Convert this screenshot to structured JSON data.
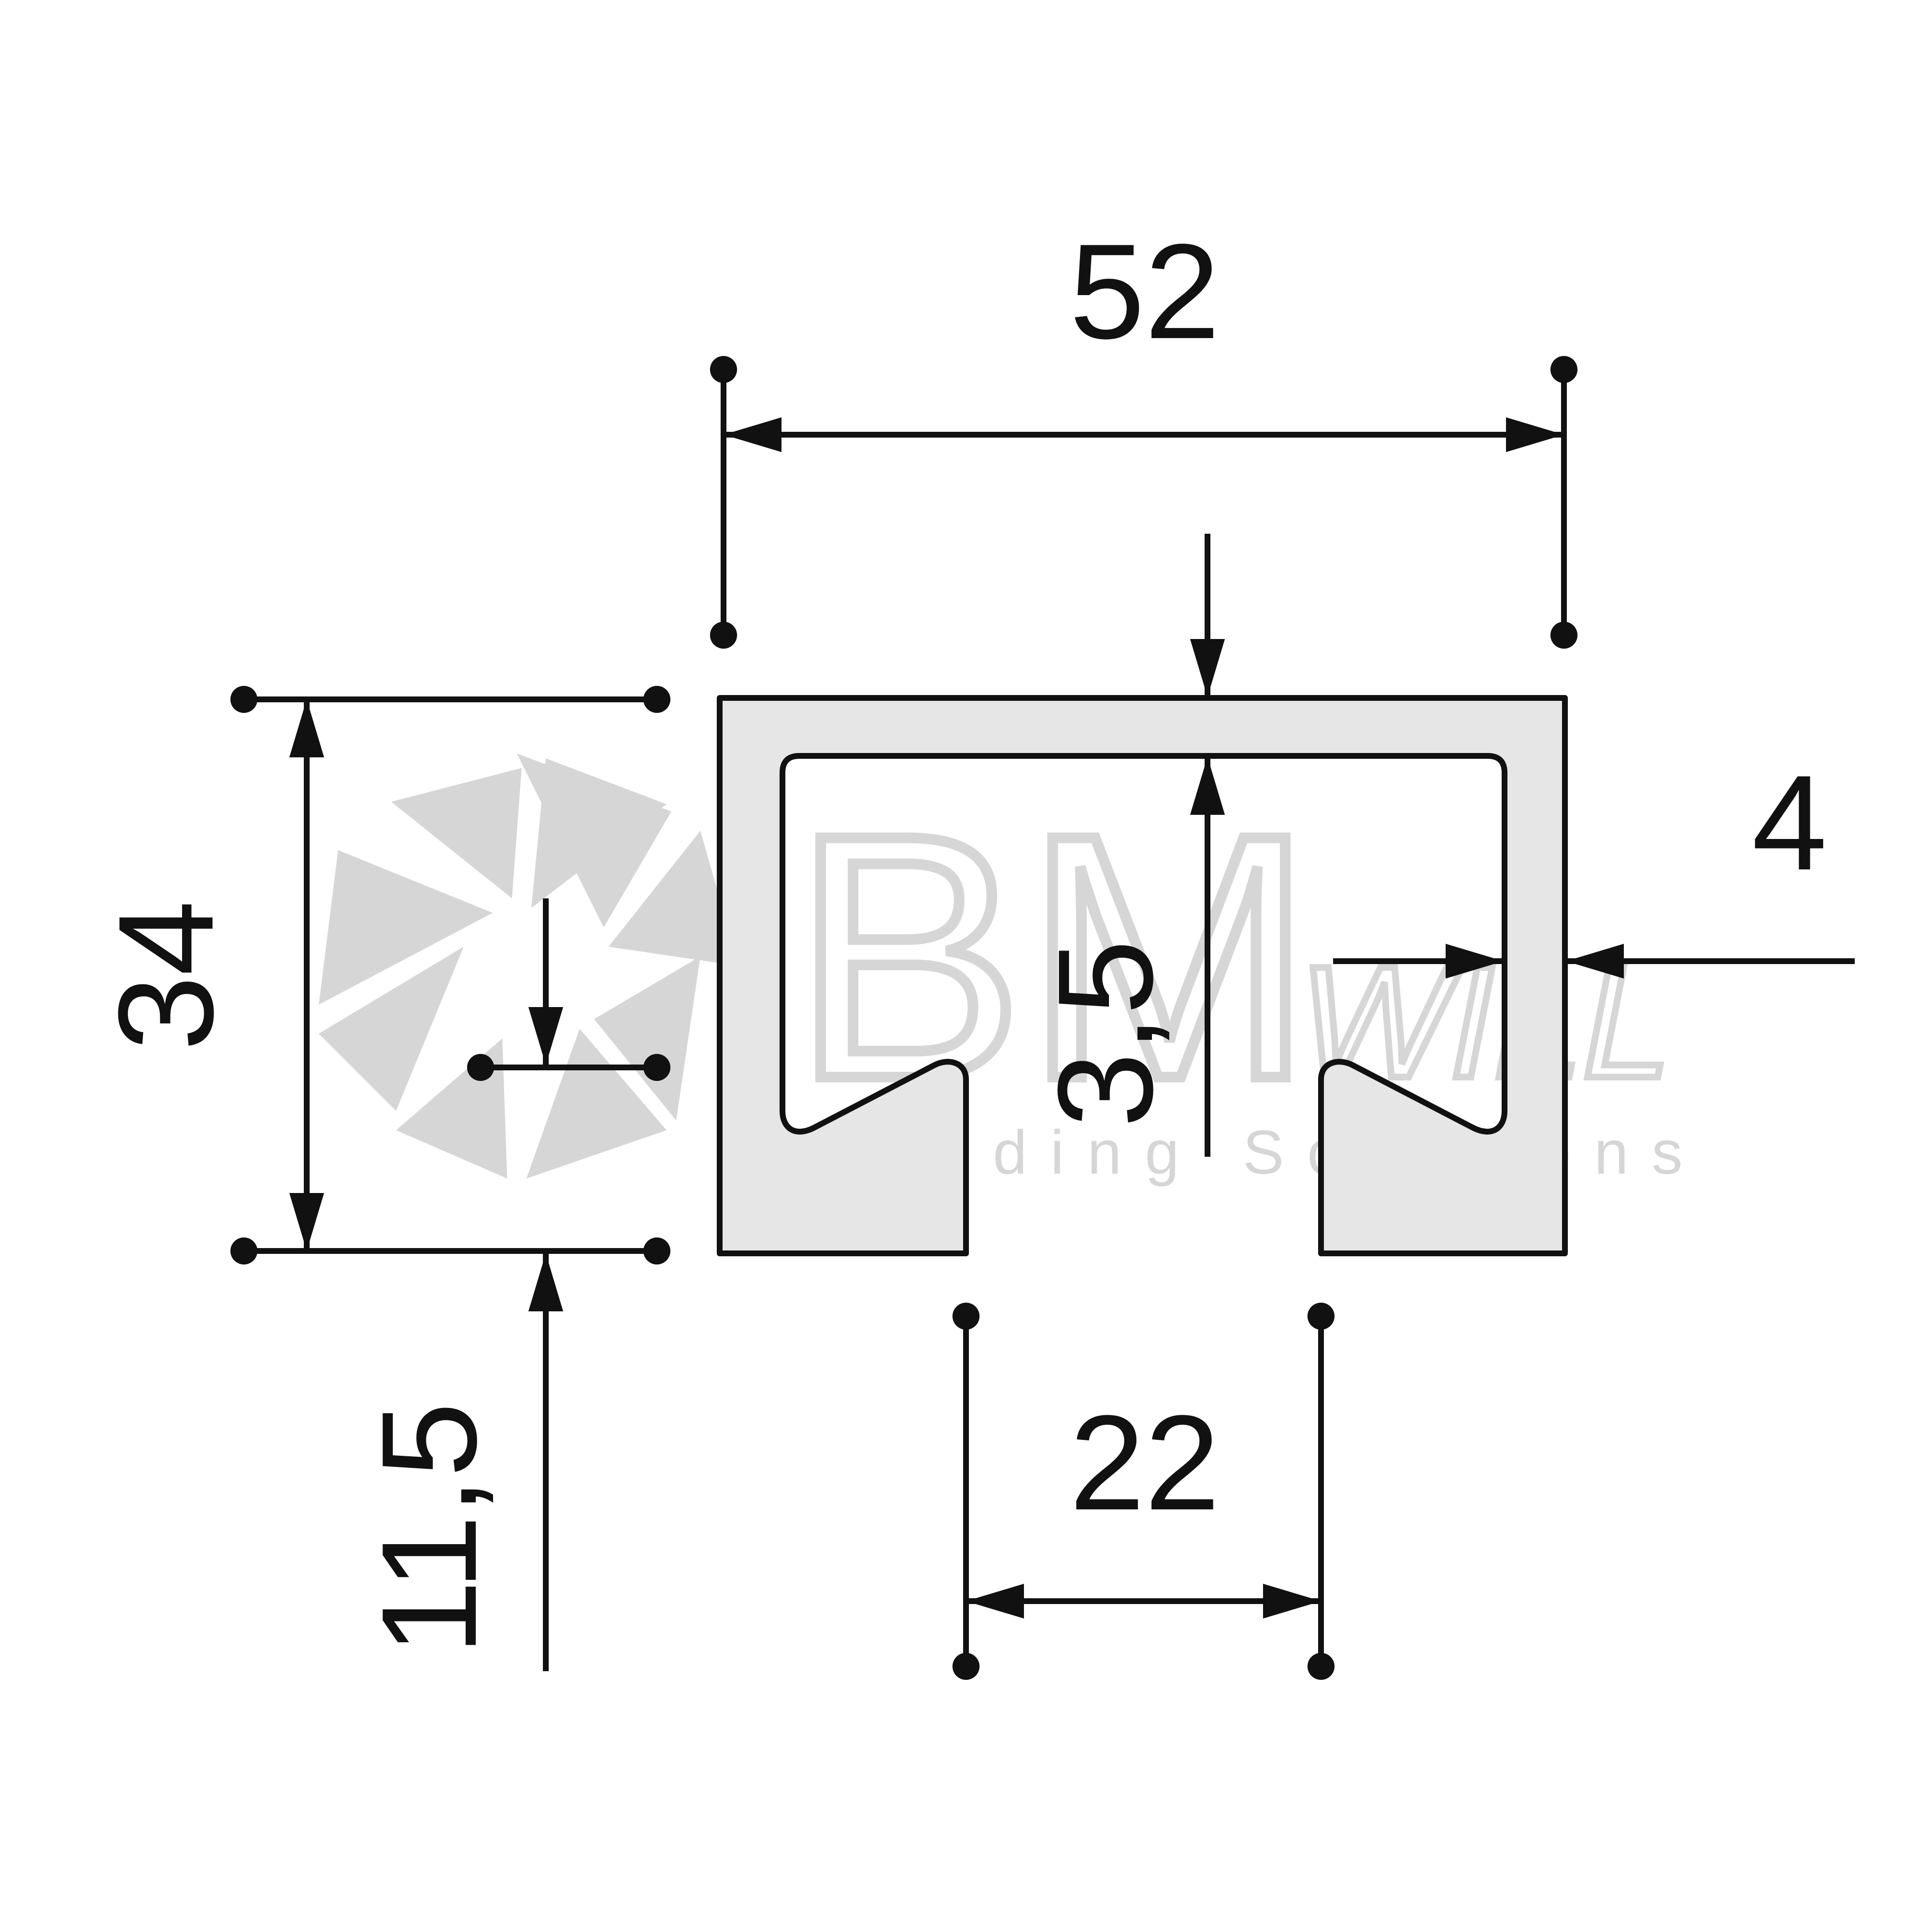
{
  "drawing": {
    "dimensions": {
      "overall_width": "52",
      "overall_height": "34",
      "wall_thickness_top": "3,5",
      "wall_thickness_side": "4",
      "slot_opening": "22",
      "center_offset": "11,5"
    },
    "watermark": {
      "brand_main": "BM",
      "brand_suffix": "WILL",
      "tagline": "Building Solutions"
    },
    "colors": {
      "line": "#111111",
      "profile_fill": "#e6e6e6",
      "watermark": "#d6d6d6"
    }
  }
}
